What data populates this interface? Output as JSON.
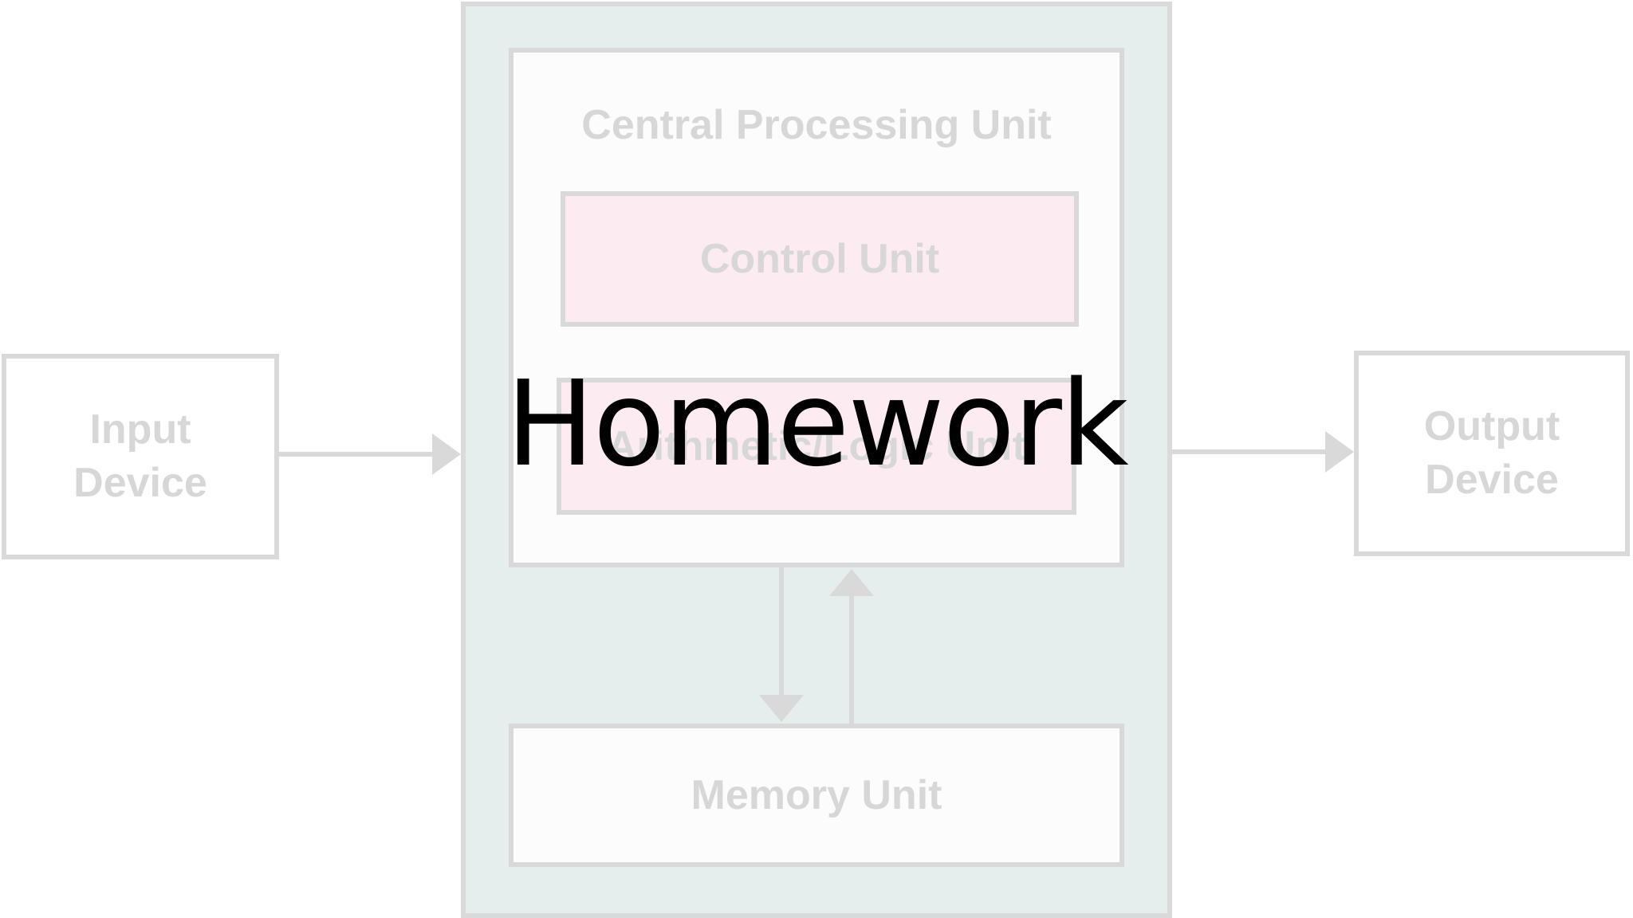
{
  "diagram": {
    "cpu_title": "Central Processing Unit",
    "control_unit": "Control Unit",
    "alu": "Arithmetic/Logic Unit",
    "memory_unit": "Memory Unit",
    "input_device": "Input\nDevice",
    "output_device": "Output\nDevice"
  },
  "overlay": {
    "title": "Homework"
  },
  "colors": {
    "faded_text": "#d7d7d7",
    "box_border": "#d9d9d9",
    "outer_fill": "#e5eded",
    "unit_fill": "#fcecf2",
    "overlay_text": "#000000"
  }
}
